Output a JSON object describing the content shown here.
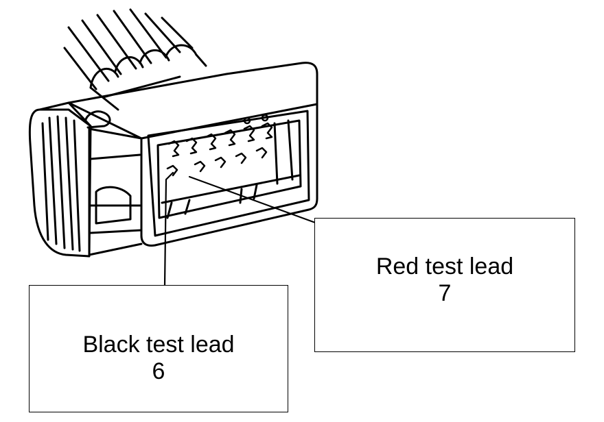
{
  "colors": {
    "ink": "#000000",
    "paper": "#ffffff"
  },
  "callouts": {
    "black": {
      "label": "Black test lead",
      "pin": "6"
    },
    "red": {
      "label": "Red test lead",
      "pin": "7"
    }
  }
}
